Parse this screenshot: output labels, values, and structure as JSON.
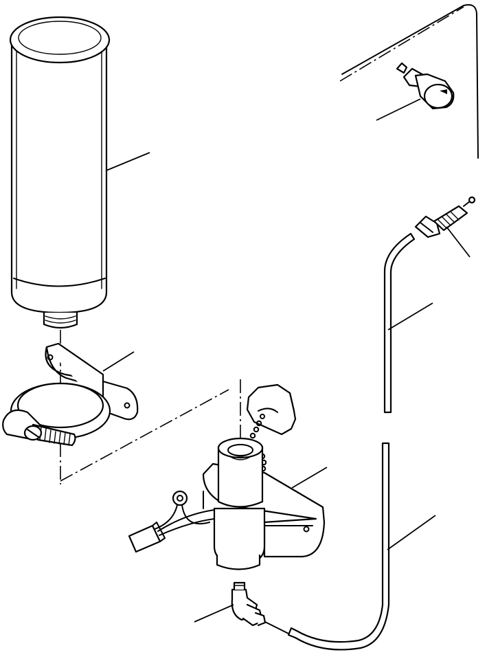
{
  "diagram": {
    "style": "exploded parts illustration, line art",
    "colors": {
      "ink": "#000000",
      "paper": "#ffffff"
    },
    "parts": [
      {
        "id": "filter-canister"
      },
      {
        "id": "mounting-bracket-with-hose-clamp"
      },
      {
        "id": "filter-head-bracket"
      },
      {
        "id": "filler-cap-with-chain"
      },
      {
        "id": "electrical-connector-lead"
      },
      {
        "id": "elbow-fitting"
      },
      {
        "id": "indicator-switch"
      },
      {
        "id": "sensor-plug"
      },
      {
        "id": "tube-line-upper"
      },
      {
        "id": "tube-line-lower"
      }
    ]
  }
}
